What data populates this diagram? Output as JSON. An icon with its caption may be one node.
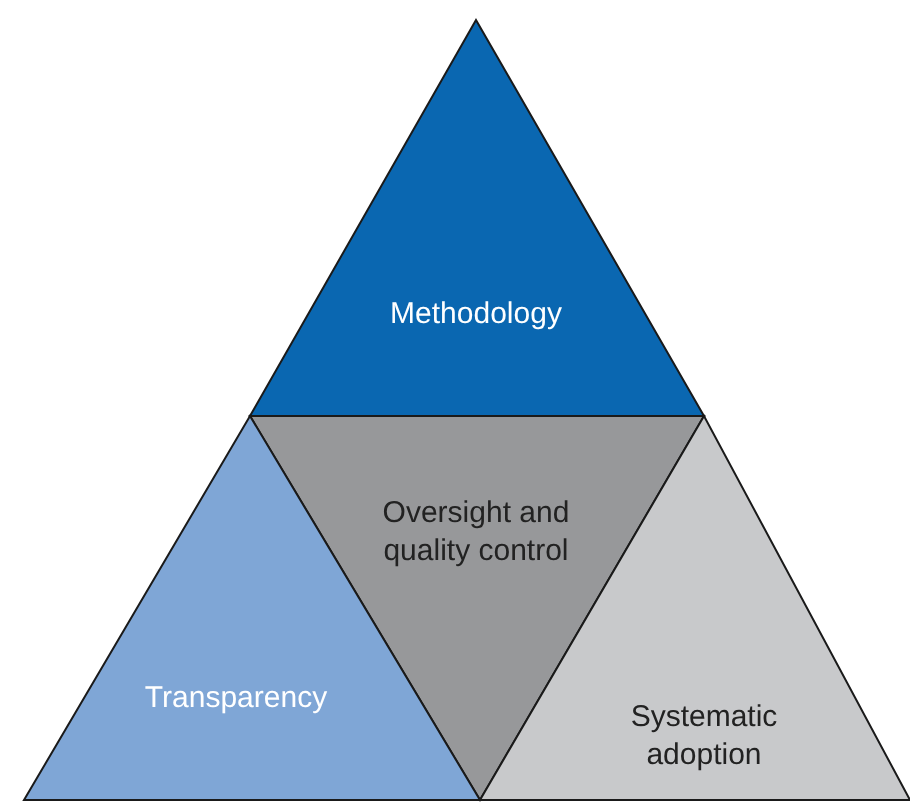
{
  "diagram": {
    "nodes": [
      {
        "text": [
          "Methodology"
        ]
      },
      {
        "text": [
          "Oversight and quality control"
        ]
      },
      {
        "text": [
          "Transparency"
        ]
      },
      {
        "text": [
          "Systematic adoption"
        ]
      }
    ]
  }
}
